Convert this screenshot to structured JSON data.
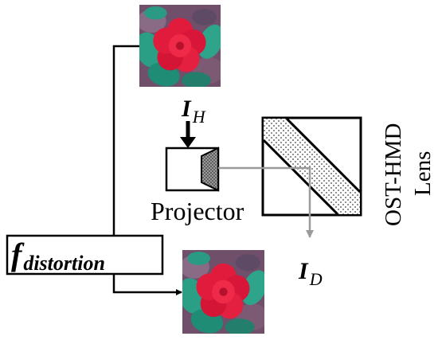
{
  "labels": {
    "input_main": "I",
    "input_sub": "H",
    "output_main": "I",
    "output_sub": "D",
    "projector": "Projector",
    "lens_line1": "OST-HMD",
    "lens_line2": "Lens",
    "function_main": "f",
    "function_sub": "distortion"
  },
  "images": {
    "top": "flower-photo-input",
    "bottom": "flower-photo-distorted"
  },
  "colors": {
    "line": "#000000",
    "light_path": "#8c8c8c",
    "flower": "#e01b3c",
    "leaf": "#2a9f86",
    "background": "#6f4f6a"
  }
}
